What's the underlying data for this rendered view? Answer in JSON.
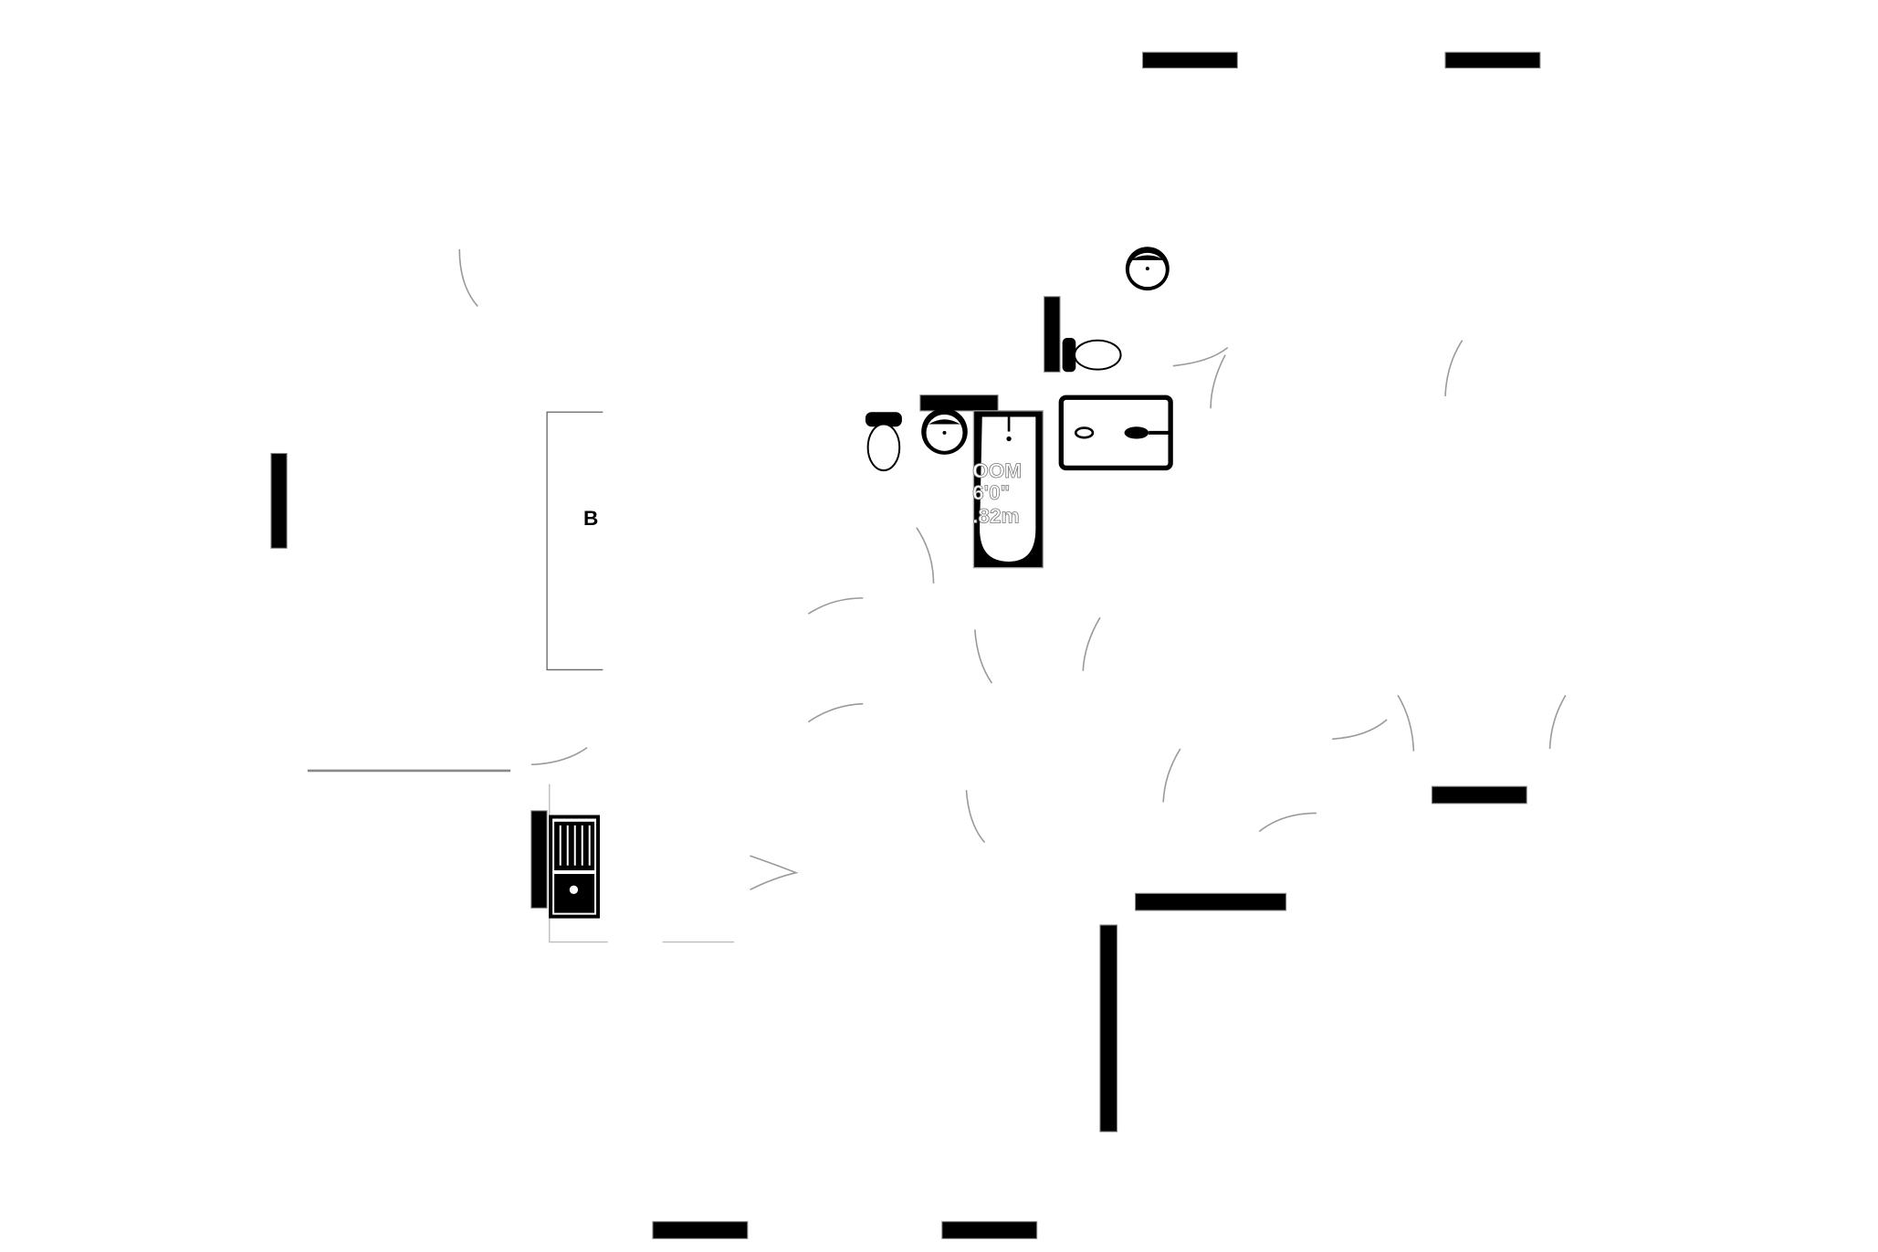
{
  "plan": {
    "room_label_fragment": "OOM",
    "room_dim_imperial": "6'0\"",
    "room_dim_metric": ".82m",
    "left_room_label_fragment": "B"
  },
  "colors": {
    "wall": "#000000",
    "background": "#ffffff",
    "door_swing": "#9a9a9a"
  }
}
